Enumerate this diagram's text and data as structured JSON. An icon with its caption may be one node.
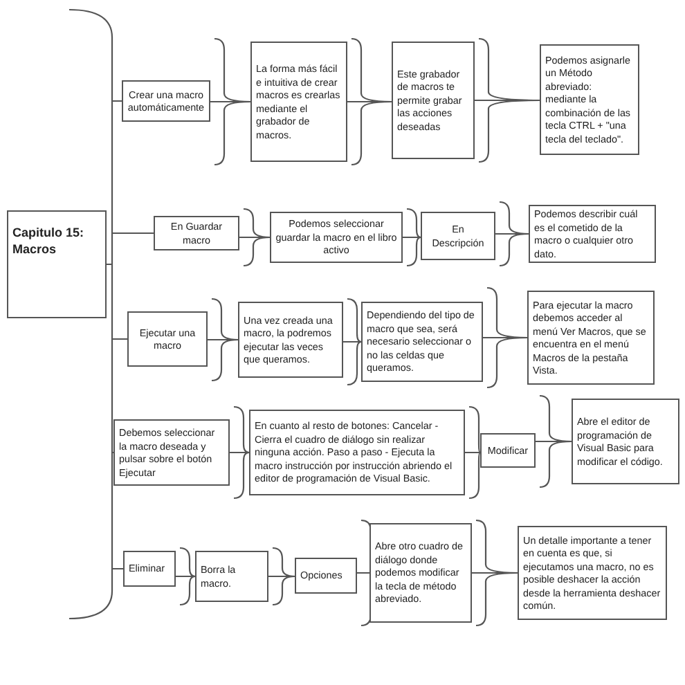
{
  "diagram": {
    "nodes": [
      {
        "text": [
          "Capitulo 15: Macros"
        ]
      },
      {
        "text": [
          "Crear una macro automáticamente"
        ]
      },
      {
        "text": [
          "La forma más fácil e intuitiva de crear macros es crearlas mediante el grabador de macros."
        ]
      },
      {
        "text": [
          "Este grabador de macros te permite grabar las acciones deseadas"
        ]
      },
      {
        "text": [
          "Podemos asignarle un Método abreviado: mediante la combinación de las tecla CTRL + \"una tecla del teclado\"."
        ]
      },
      {
        "text": [
          "En Guardar macro"
        ]
      },
      {
        "text": [
          "Podemos seleccionar guardar la macro en el libro activo"
        ]
      },
      {
        "text": [
          "En Descripción"
        ]
      },
      {
        "text": [
          "Podemos describir cuál es el cometido de la macro o cualquier otro dato."
        ]
      },
      {
        "text": [
          "Ejecutar una macro"
        ]
      },
      {
        "text": [
          "Una vez creada una macro, la podremos ejecutar las veces que queramos."
        ]
      },
      {
        "text": [
          "Dependiendo del tipo de macro que sea, será necesario seleccionar o no las celdas que queramos."
        ]
      },
      {
        "text": [
          "Para ejecutar la macro debemos acceder al menú Ver Macros, que se encuentra en el menú Macros de la pestaña Vista."
        ]
      },
      {
        "text": [
          "Debemos seleccionar la macro deseada y pulsar sobre el botón Ejecutar"
        ]
      },
      {
        "text": [
          "En cuanto al resto de botones: Cancelar - Cierra el cuadro de diálogo sin realizar ninguna acción. Paso a paso - Ejecuta la macro instrucción por instrucción abriendo el editor de programación de Visual Basic."
        ]
      },
      {
        "text": [
          "Modificar"
        ]
      },
      {
        "text": [
          "Abre el editor de programación de Visual Basic para modificar el código."
        ]
      },
      {
        "text": [
          "Eliminar"
        ]
      },
      {
        "text": [
          "Borra la macro."
        ]
      },
      {
        "text": [
          "Opciones"
        ]
      },
      {
        "text": [
          "Abre otro cuadro de diálogo donde podemos modificar la tecla de método abreviado."
        ]
      },
      {
        "text": [
          "Un detalle importante a tener en cuenta es que, si ejecutamos una macro, no es posible deshacer la acción desde la herramienta deshacer común."
        ]
      }
    ],
    "edges": [
      {
        "from": 0,
        "to": 1,
        "arrow": "none"
      },
      {
        "from": 0,
        "to": 5,
        "arrow": "none"
      },
      {
        "from": 0,
        "to": 9,
        "arrow": "none"
      },
      {
        "from": 0,
        "to": 13,
        "arrow": "none"
      },
      {
        "from": 0,
        "to": 17,
        "arrow": "none"
      },
      {
        "from": 1,
        "to": 2,
        "arrow": "none"
      },
      {
        "from": 2,
        "to": 3,
        "arrow": "none"
      },
      {
        "from": 3,
        "to": 4,
        "arrow": "none"
      },
      {
        "from": 5,
        "to": 6,
        "arrow": "none"
      },
      {
        "from": 6,
        "to": 7,
        "arrow": "none"
      },
      {
        "from": 7,
        "to": 8,
        "arrow": "none"
      },
      {
        "from": 9,
        "to": 10,
        "arrow": "none"
      },
      {
        "from": 10,
        "to": 11,
        "arrow": "none"
      },
      {
        "from": 11,
        "to": 12,
        "arrow": "none"
      },
      {
        "from": 13,
        "to": 14,
        "arrow": "none"
      },
      {
        "from": 14,
        "to": 15,
        "arrow": "none"
      },
      {
        "from": 15,
        "to": 16,
        "arrow": "none"
      },
      {
        "from": 17,
        "to": 18,
        "arrow": "none"
      },
      {
        "from": 18,
        "to": 19,
        "arrow": "none"
      },
      {
        "from": 19,
        "to": 20,
        "arrow": "none"
      },
      {
        "from": 20,
        "to": 21,
        "arrow": "none"
      }
    ]
  }
}
